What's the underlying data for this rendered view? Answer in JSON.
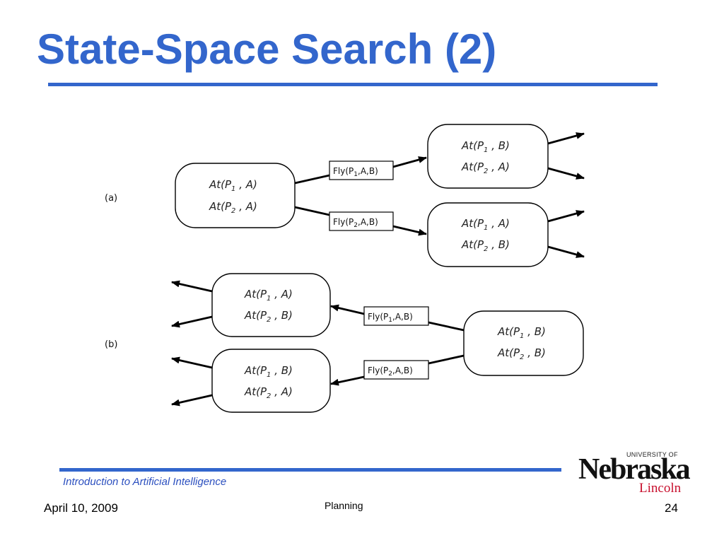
{
  "slide": {
    "title": "State-Space Search (2)",
    "course": "Introduction to Artificial Intelligence",
    "date": "April 10, 2009",
    "topic": "Planning",
    "page_number": "24"
  },
  "logo": {
    "university": "UNIVERSITY OF",
    "name": "Nebraska",
    "campus": "Lincoln"
  },
  "diagram": {
    "part_a": {
      "label": "(a)",
      "start": {
        "lines": [
          [
            "At(P",
            "1",
            " , A)"
          ],
          [
            "At(P",
            "2",
            " , A)"
          ]
        ]
      },
      "top_result": {
        "lines": [
          [
            "At(P",
            "1",
            " , B)"
          ],
          [
            "At(P",
            "2",
            " , A)"
          ]
        ]
      },
      "bottom_result": {
        "lines": [
          [
            "At(P",
            "1",
            " , A)"
          ],
          [
            "At(P",
            "2",
            " , B)"
          ]
        ]
      },
      "action_top": [
        "Fly(P",
        "1",
        ",A,B)"
      ],
      "action_bottom": [
        "Fly(P",
        "2",
        ",A,B)"
      ]
    },
    "part_b": {
      "label": "(b)",
      "goal": {
        "lines": [
          [
            "At(P",
            "1",
            " , B)"
          ],
          [
            "At(P",
            "2",
            " , B)"
          ]
        ]
      },
      "top_predecessor": {
        "lines": [
          [
            "At(P",
            "1",
            " , A)"
          ],
          [
            "At(P",
            "2",
            " , B)"
          ]
        ]
      },
      "bottom_predecessor": {
        "lines": [
          [
            "At(P",
            "1",
            " , B)"
          ],
          [
            "At(P",
            "2",
            " , A)"
          ]
        ]
      },
      "action_top": [
        "Fly(P",
        "1",
        ",A,B)"
      ],
      "action_bottom": [
        "Fly(P",
        "2",
        ",A,B)"
      ]
    }
  }
}
